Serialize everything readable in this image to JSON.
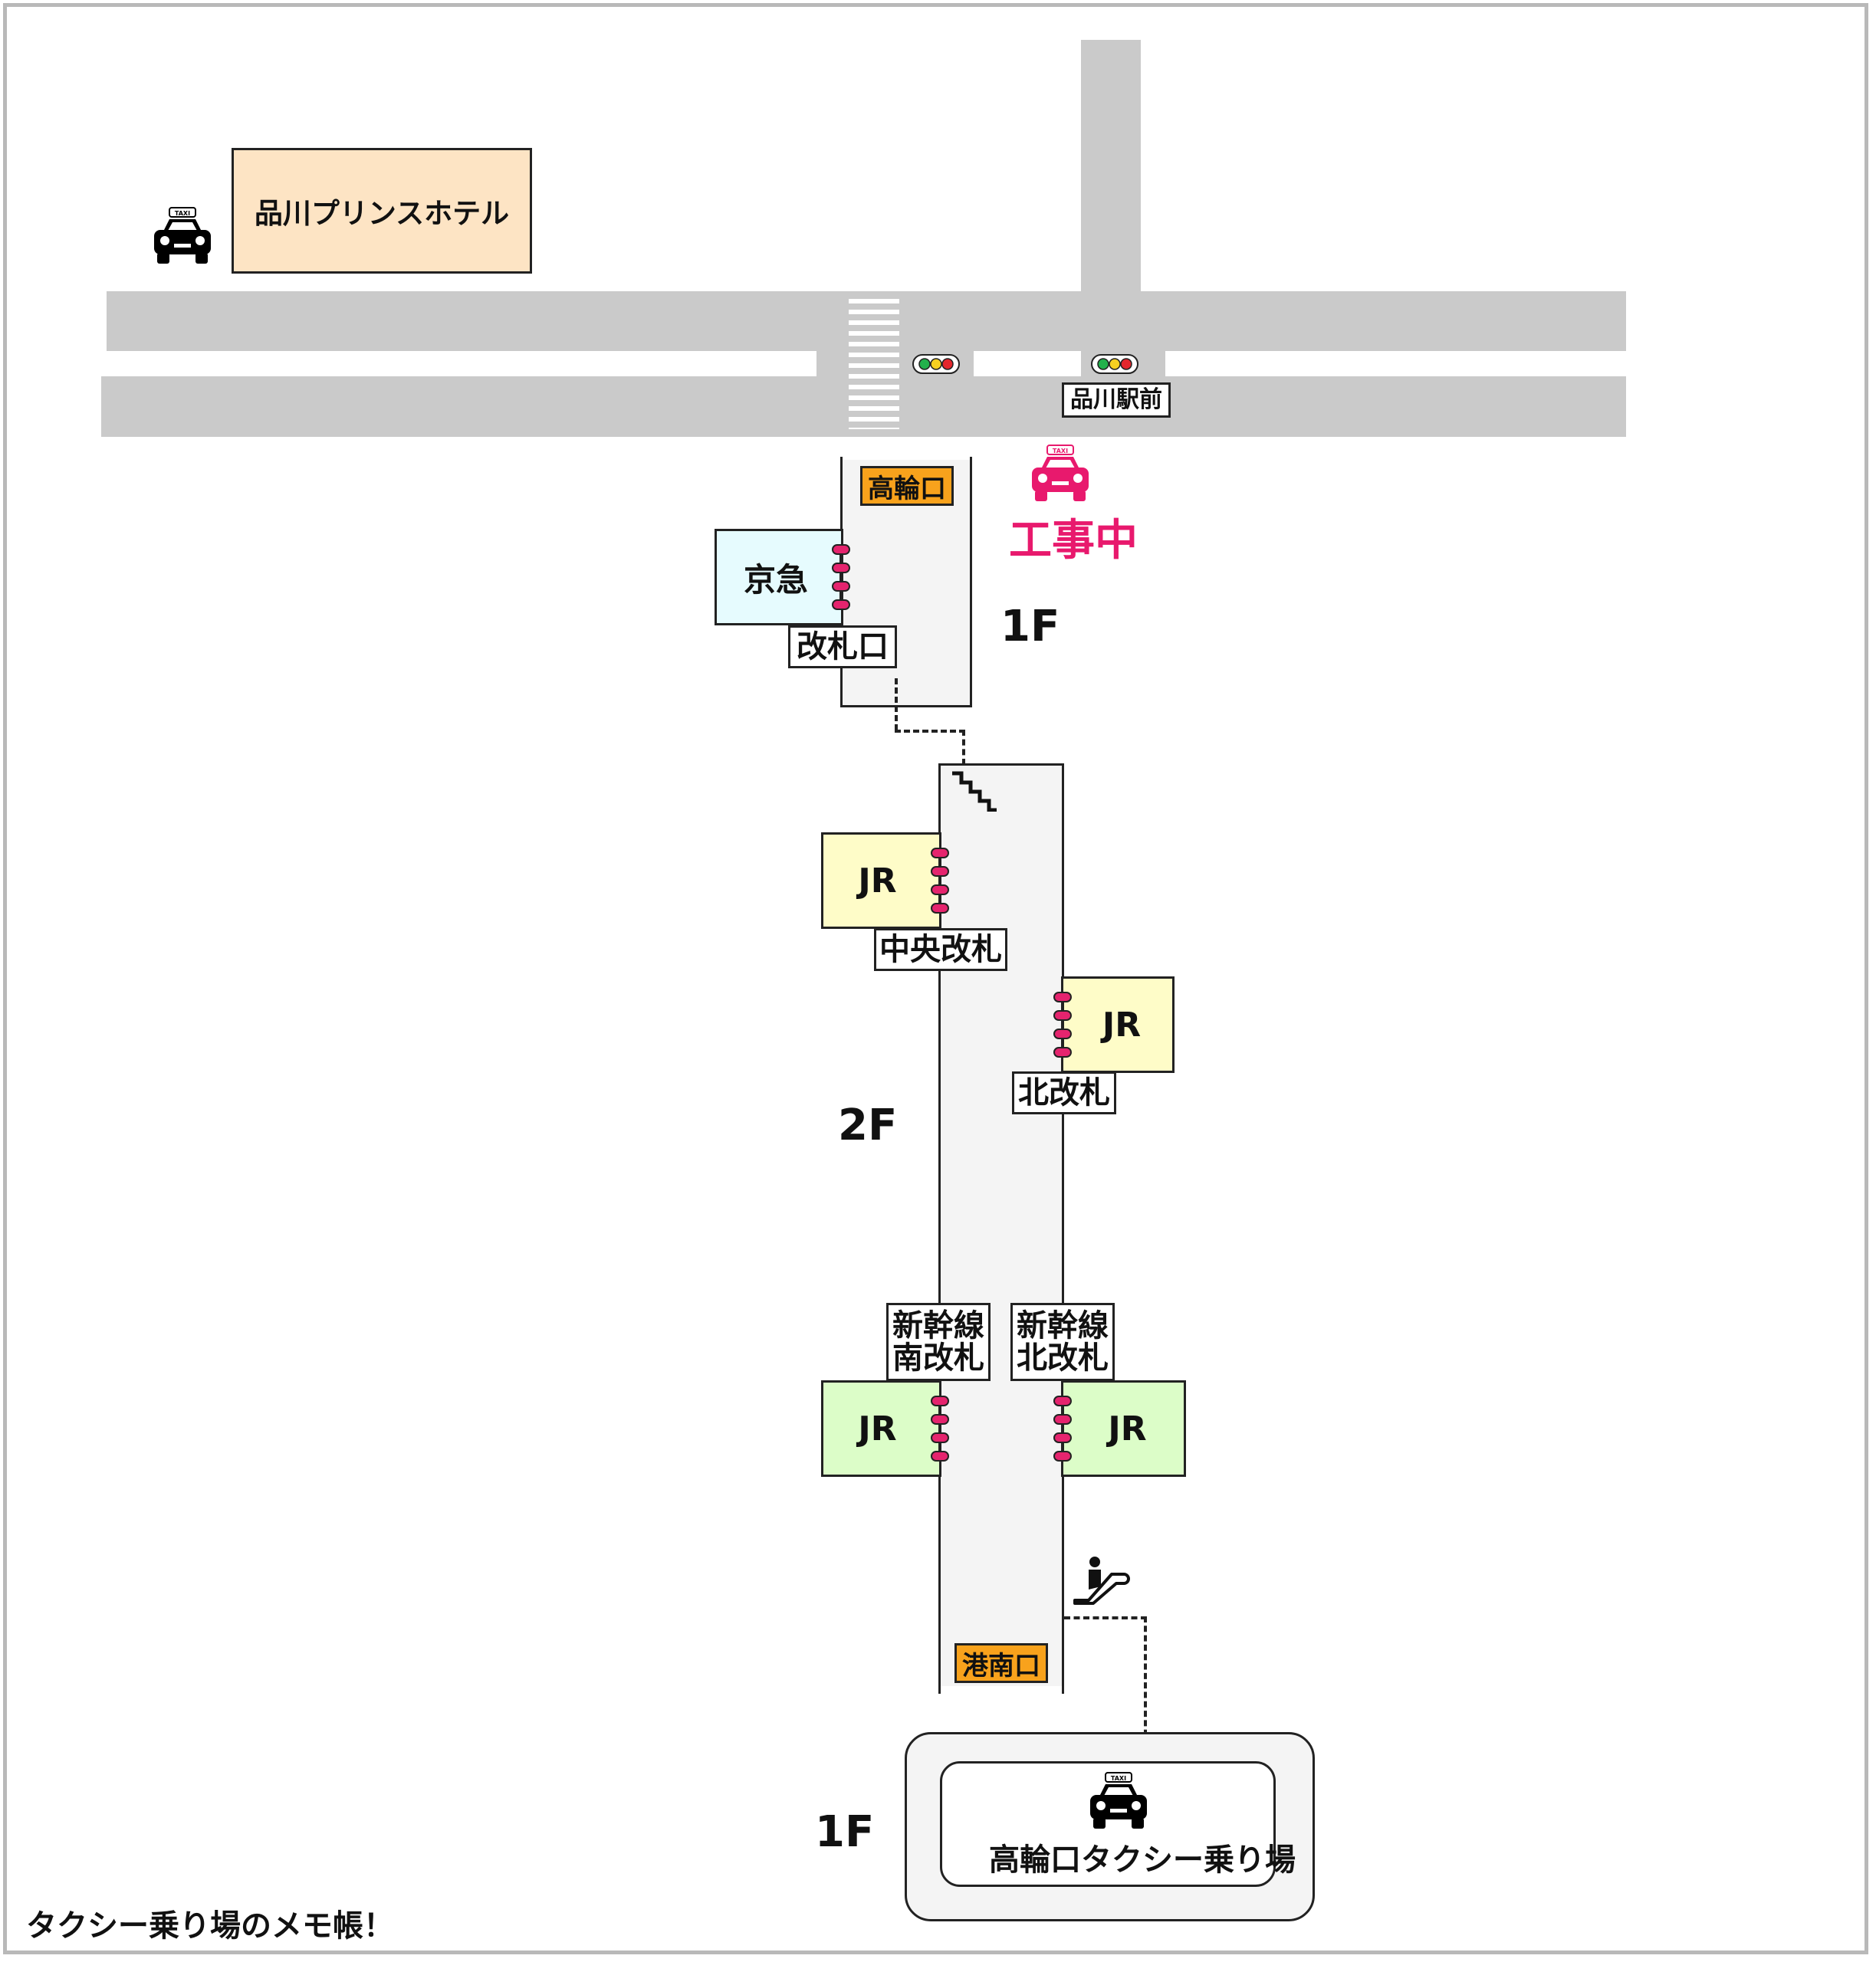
{
  "map": {
    "hotel_name": "品川プリンスホテル",
    "intersection_sign": "品川駅前",
    "takanawa_exit": "高輪口",
    "construction_label": "工事中",
    "keikyu": {
      "name": "京急",
      "gate_label": "改札口"
    },
    "floor_upper": "1F",
    "floor_middle": "2F",
    "floor_lower": "1F",
    "jr_central": {
      "name": "JR",
      "gate_label": "中央改札"
    },
    "jr_north": {
      "name": "JR",
      "gate_label": "北改札"
    },
    "shinkansen_south": {
      "name": "JR",
      "gate_label": "新幹線\n南改札"
    },
    "shinkansen_north": {
      "name": "JR",
      "gate_label": "新幹線\n北改札"
    },
    "konan_exit": "港南口",
    "taxi_stand": "高輪口タクシー乗り場",
    "taxi_sign": "TAXI",
    "footer": "タクシー乗り場のメモ帳！"
  },
  "colors": {
    "road": "#cacaca",
    "hotel": "#fde4c4",
    "keikyu": "#e6fbfe",
    "jr_local": "#fefcc8",
    "jr_shinkansen": "#dcfdc8",
    "exit_tag": "#f8a21c",
    "gate_marker": "#e5246e",
    "construction": "#e8196d"
  },
  "icons": [
    "taxi-icon",
    "traffic-light-icon",
    "stairs-icon",
    "escalator-icon",
    "ticket-gate-icon"
  ]
}
